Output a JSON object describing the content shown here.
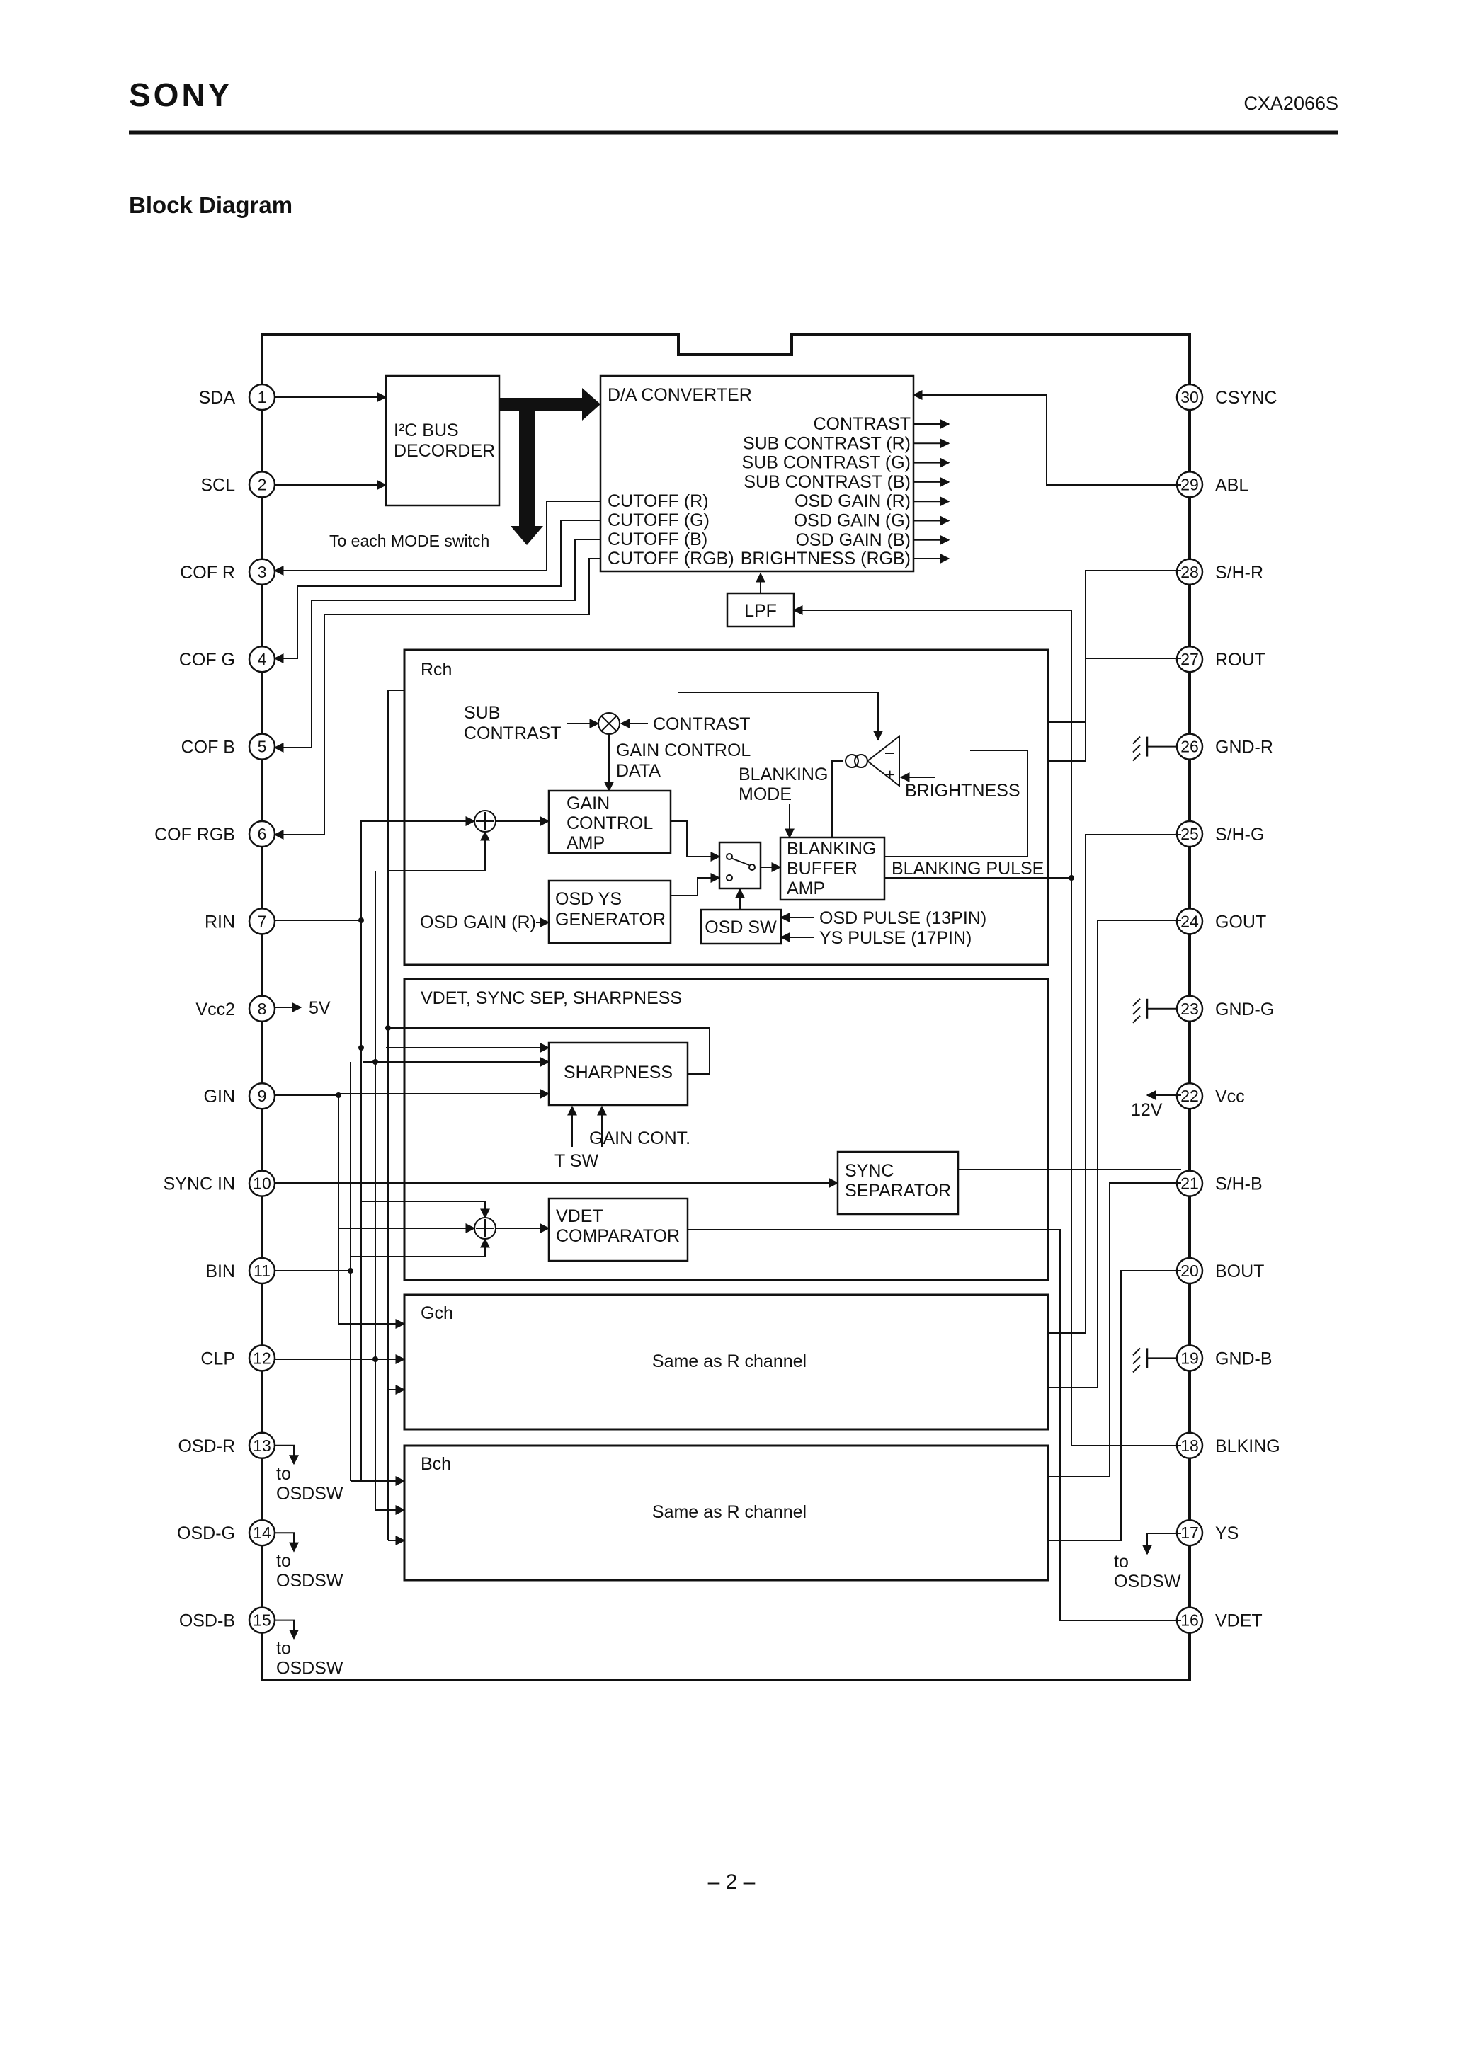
{
  "header": {
    "brand": "SONY",
    "part_number": "CXA2066S"
  },
  "section_title": "Block Diagram",
  "page_number": "– 2 –",
  "pins_left": [
    {
      "num": "1",
      "label": "SDA"
    },
    {
      "num": "2",
      "label": "SCL"
    },
    {
      "num": "3",
      "label": "COF R"
    },
    {
      "num": "4",
      "label": "COF G"
    },
    {
      "num": "5",
      "label": "COF B"
    },
    {
      "num": "6",
      "label": "COF RGB"
    },
    {
      "num": "7",
      "label": "RIN"
    },
    {
      "num": "8",
      "label": "Vcc2"
    },
    {
      "num": "9",
      "label": "GIN"
    },
    {
      "num": "10",
      "label": "SYNC IN"
    },
    {
      "num": "11",
      "label": "BIN"
    },
    {
      "num": "12",
      "label": "CLP"
    },
    {
      "num": "13",
      "label": "OSD-R"
    },
    {
      "num": "14",
      "label": "OSD-G"
    },
    {
      "num": "15",
      "label": "OSD-B"
    }
  ],
  "pins_right": [
    {
      "num": "30",
      "label": "CSYNC"
    },
    {
      "num": "29",
      "label": "ABL"
    },
    {
      "num": "28",
      "label": "S/H-R"
    },
    {
      "num": "27",
      "label": "ROUT"
    },
    {
      "num": "26",
      "label": "GND-R"
    },
    {
      "num": "25",
      "label": "S/H-G"
    },
    {
      "num": "24",
      "label": "GOUT"
    },
    {
      "num": "23",
      "label": "GND-G"
    },
    {
      "num": "22",
      "label": "Vcc"
    },
    {
      "num": "21",
      "label": "S/H-B"
    },
    {
      "num": "20",
      "label": "BOUT"
    },
    {
      "num": "19",
      "label": "GND-B"
    },
    {
      "num": "18",
      "label": "BLKING"
    },
    {
      "num": "17",
      "label": "YS"
    },
    {
      "num": "16",
      "label": "VDET"
    }
  ],
  "blocks": {
    "i2c_line1": "I²C BUS",
    "i2c_line2": "DECORDER",
    "dac_title": "D/A CONVERTER",
    "dac_outputs": [
      "CONTRAST",
      "SUB CONTRAST (R)",
      "SUB CONTRAST (G)",
      "SUB CONTRAST (B)",
      "OSD GAIN (R)",
      "OSD GAIN (G)",
      "OSD GAIN (B)"
    ],
    "dac_cutoffs": [
      "CUTOFF (R)",
      "CUTOFF (G)",
      "CUTOFF (B)",
      "CUTOFF (RGB)"
    ],
    "dac_brightness": "BRIGHTNESS (RGB)",
    "mode_switch": "To each MODE switch",
    "lpf": "LPF",
    "rch": "Rch",
    "sub_contrast_1": "SUB",
    "sub_contrast_2": "CONTRAST",
    "contrast": "CONTRAST",
    "gain_ctrl_data_1": "GAIN CONTROL",
    "gain_ctrl_data_2": "DATA",
    "blanking_mode_1": "BLANKING",
    "blanking_mode_2": "MODE",
    "brightness": "BRIGHTNESS",
    "gain_amp": [
      "GAIN",
      "CONTROL",
      "AMP"
    ],
    "blank_amp": [
      "BLANKING",
      "BUFFER",
      "AMP"
    ],
    "blanking_pulse": "BLANKING PULSE",
    "osd_ys": [
      "OSD YS",
      "GENERATOR"
    ],
    "osd_gain_r": "OSD GAIN (R)",
    "osd_sw": "OSD SW",
    "osd_pulse": "OSD PULSE (13PIN)",
    "ys_pulse": "YS PULSE (17PIN)",
    "vdet_title": "VDET, SYNC SEP, SHARPNESS",
    "sharpness": "SHARPNESS",
    "gain_cont": "GAIN CONT.",
    "t_sw": "T SW",
    "sync_sep": [
      "SYNC",
      "SEPARATOR"
    ],
    "vdet_comp": [
      "VDET",
      "COMPARATOR"
    ],
    "gch": "Gch",
    "bch": "Bch",
    "same_as_r": "Same as R channel",
    "v5": "5V",
    "v12": "12V",
    "to": "to",
    "osdsw": "OSDSW"
  }
}
